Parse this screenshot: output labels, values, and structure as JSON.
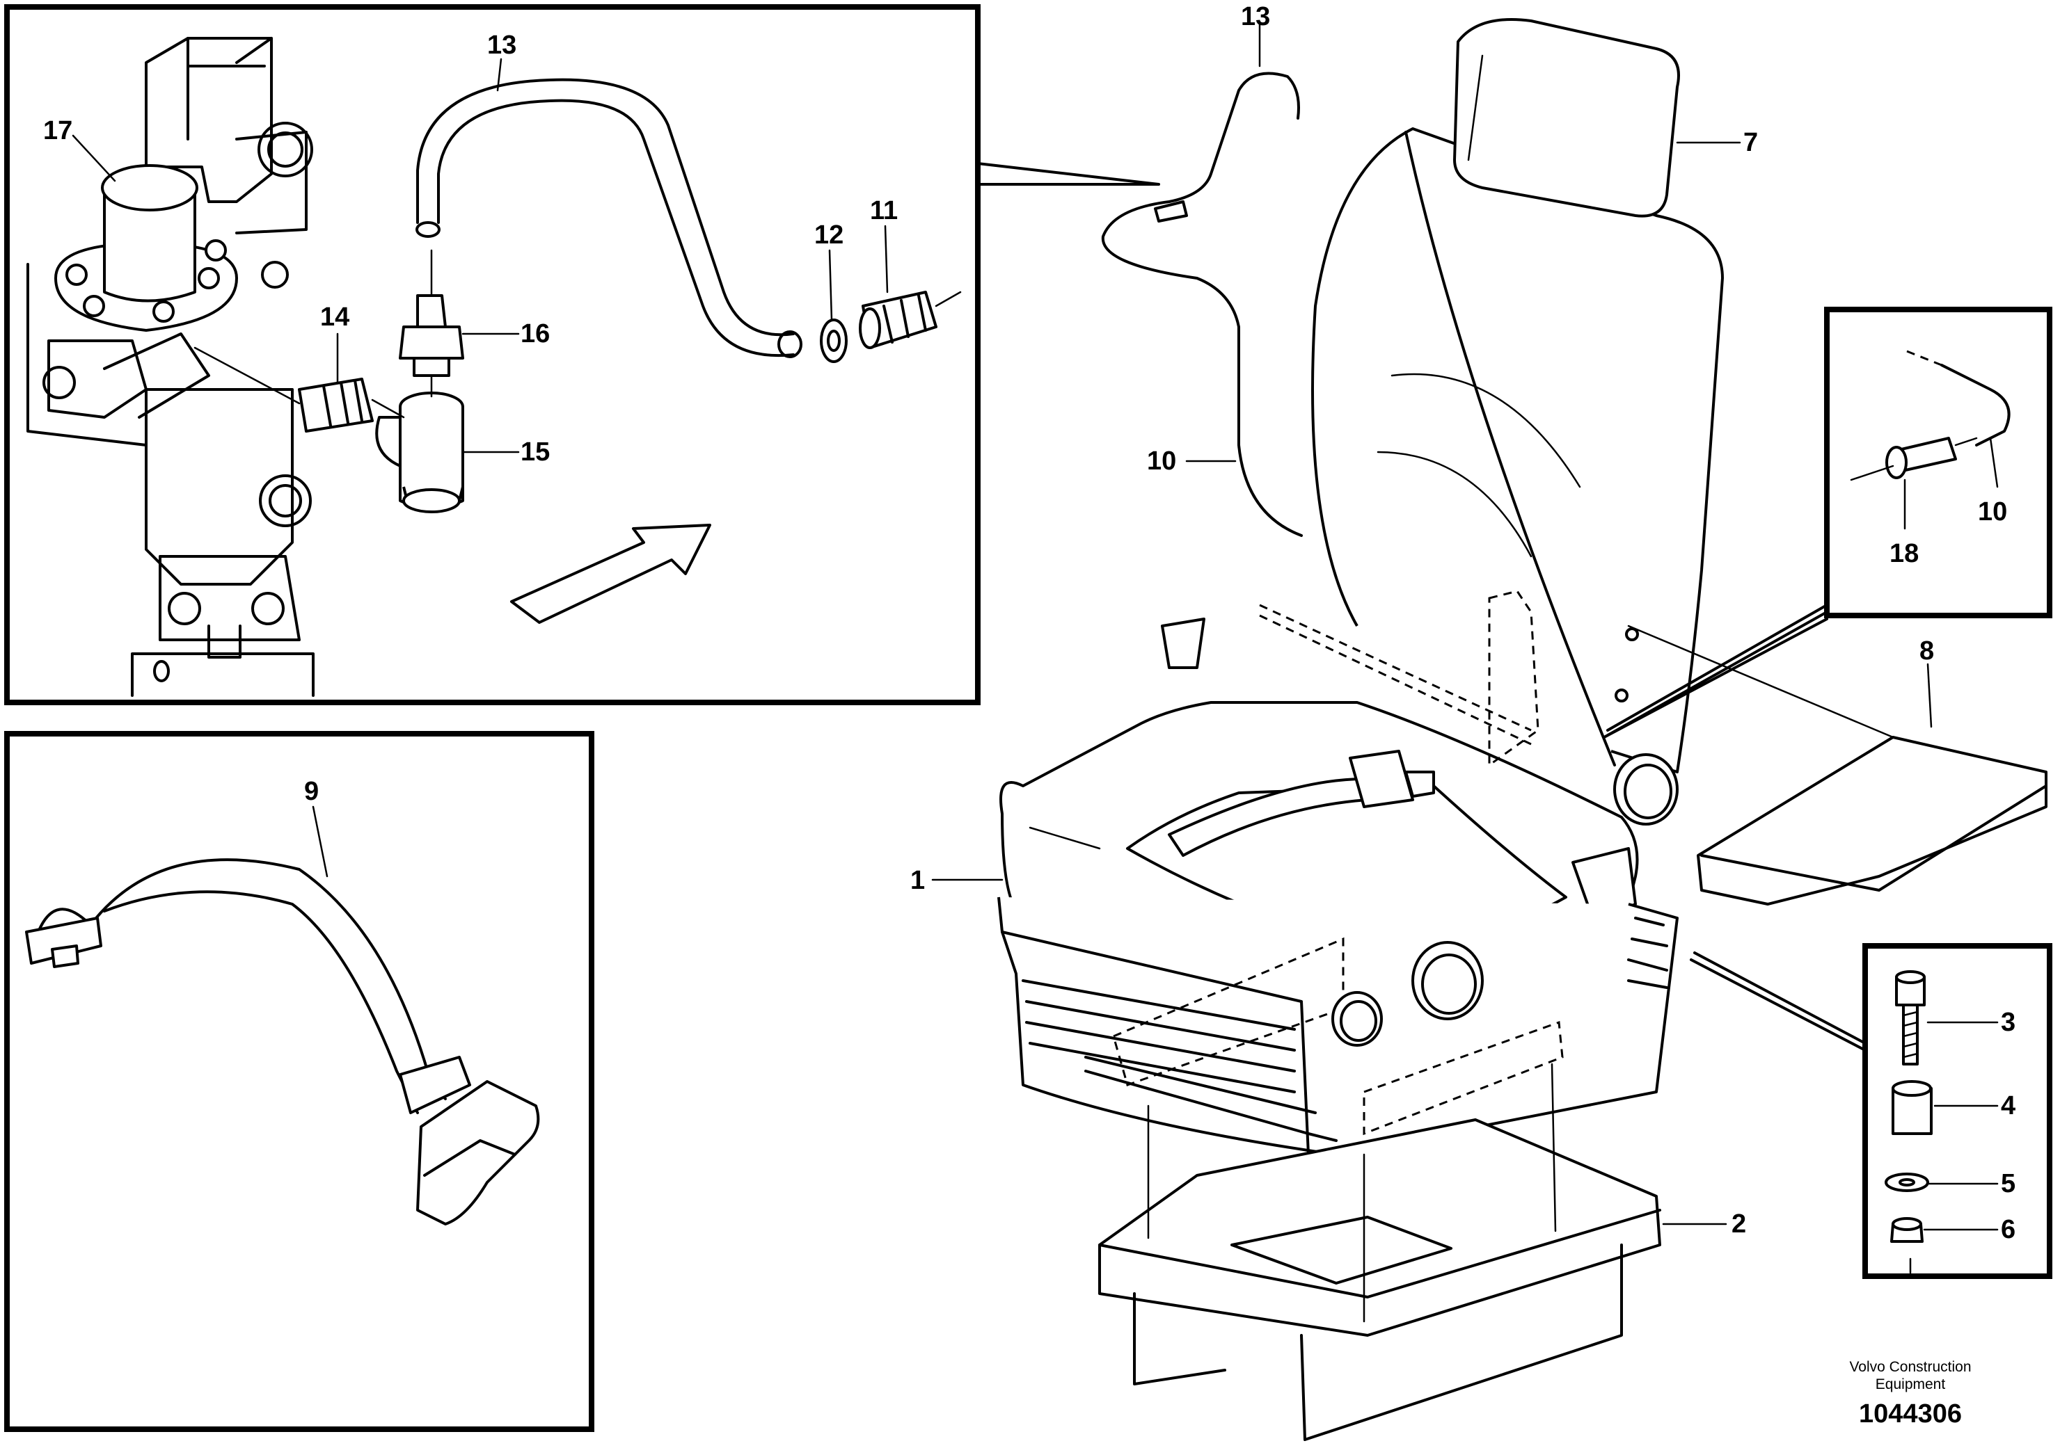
{
  "callouts": {
    "c1": "1",
    "c2": "2",
    "c3": "3",
    "c4": "4",
    "c5": "5",
    "c6": "6",
    "c7": "7",
    "c8": "8",
    "c9": "9",
    "c10a": "10",
    "c10b": "10",
    "c11": "11",
    "c12": "12",
    "c13a": "13",
    "c13b": "13",
    "c14": "14",
    "c15": "15",
    "c16": "16",
    "c17": "17",
    "c18": "18"
  },
  "footer": {
    "company_line1": "Volvo Construction",
    "company_line2": "Equipment",
    "document_number": "1044306"
  }
}
